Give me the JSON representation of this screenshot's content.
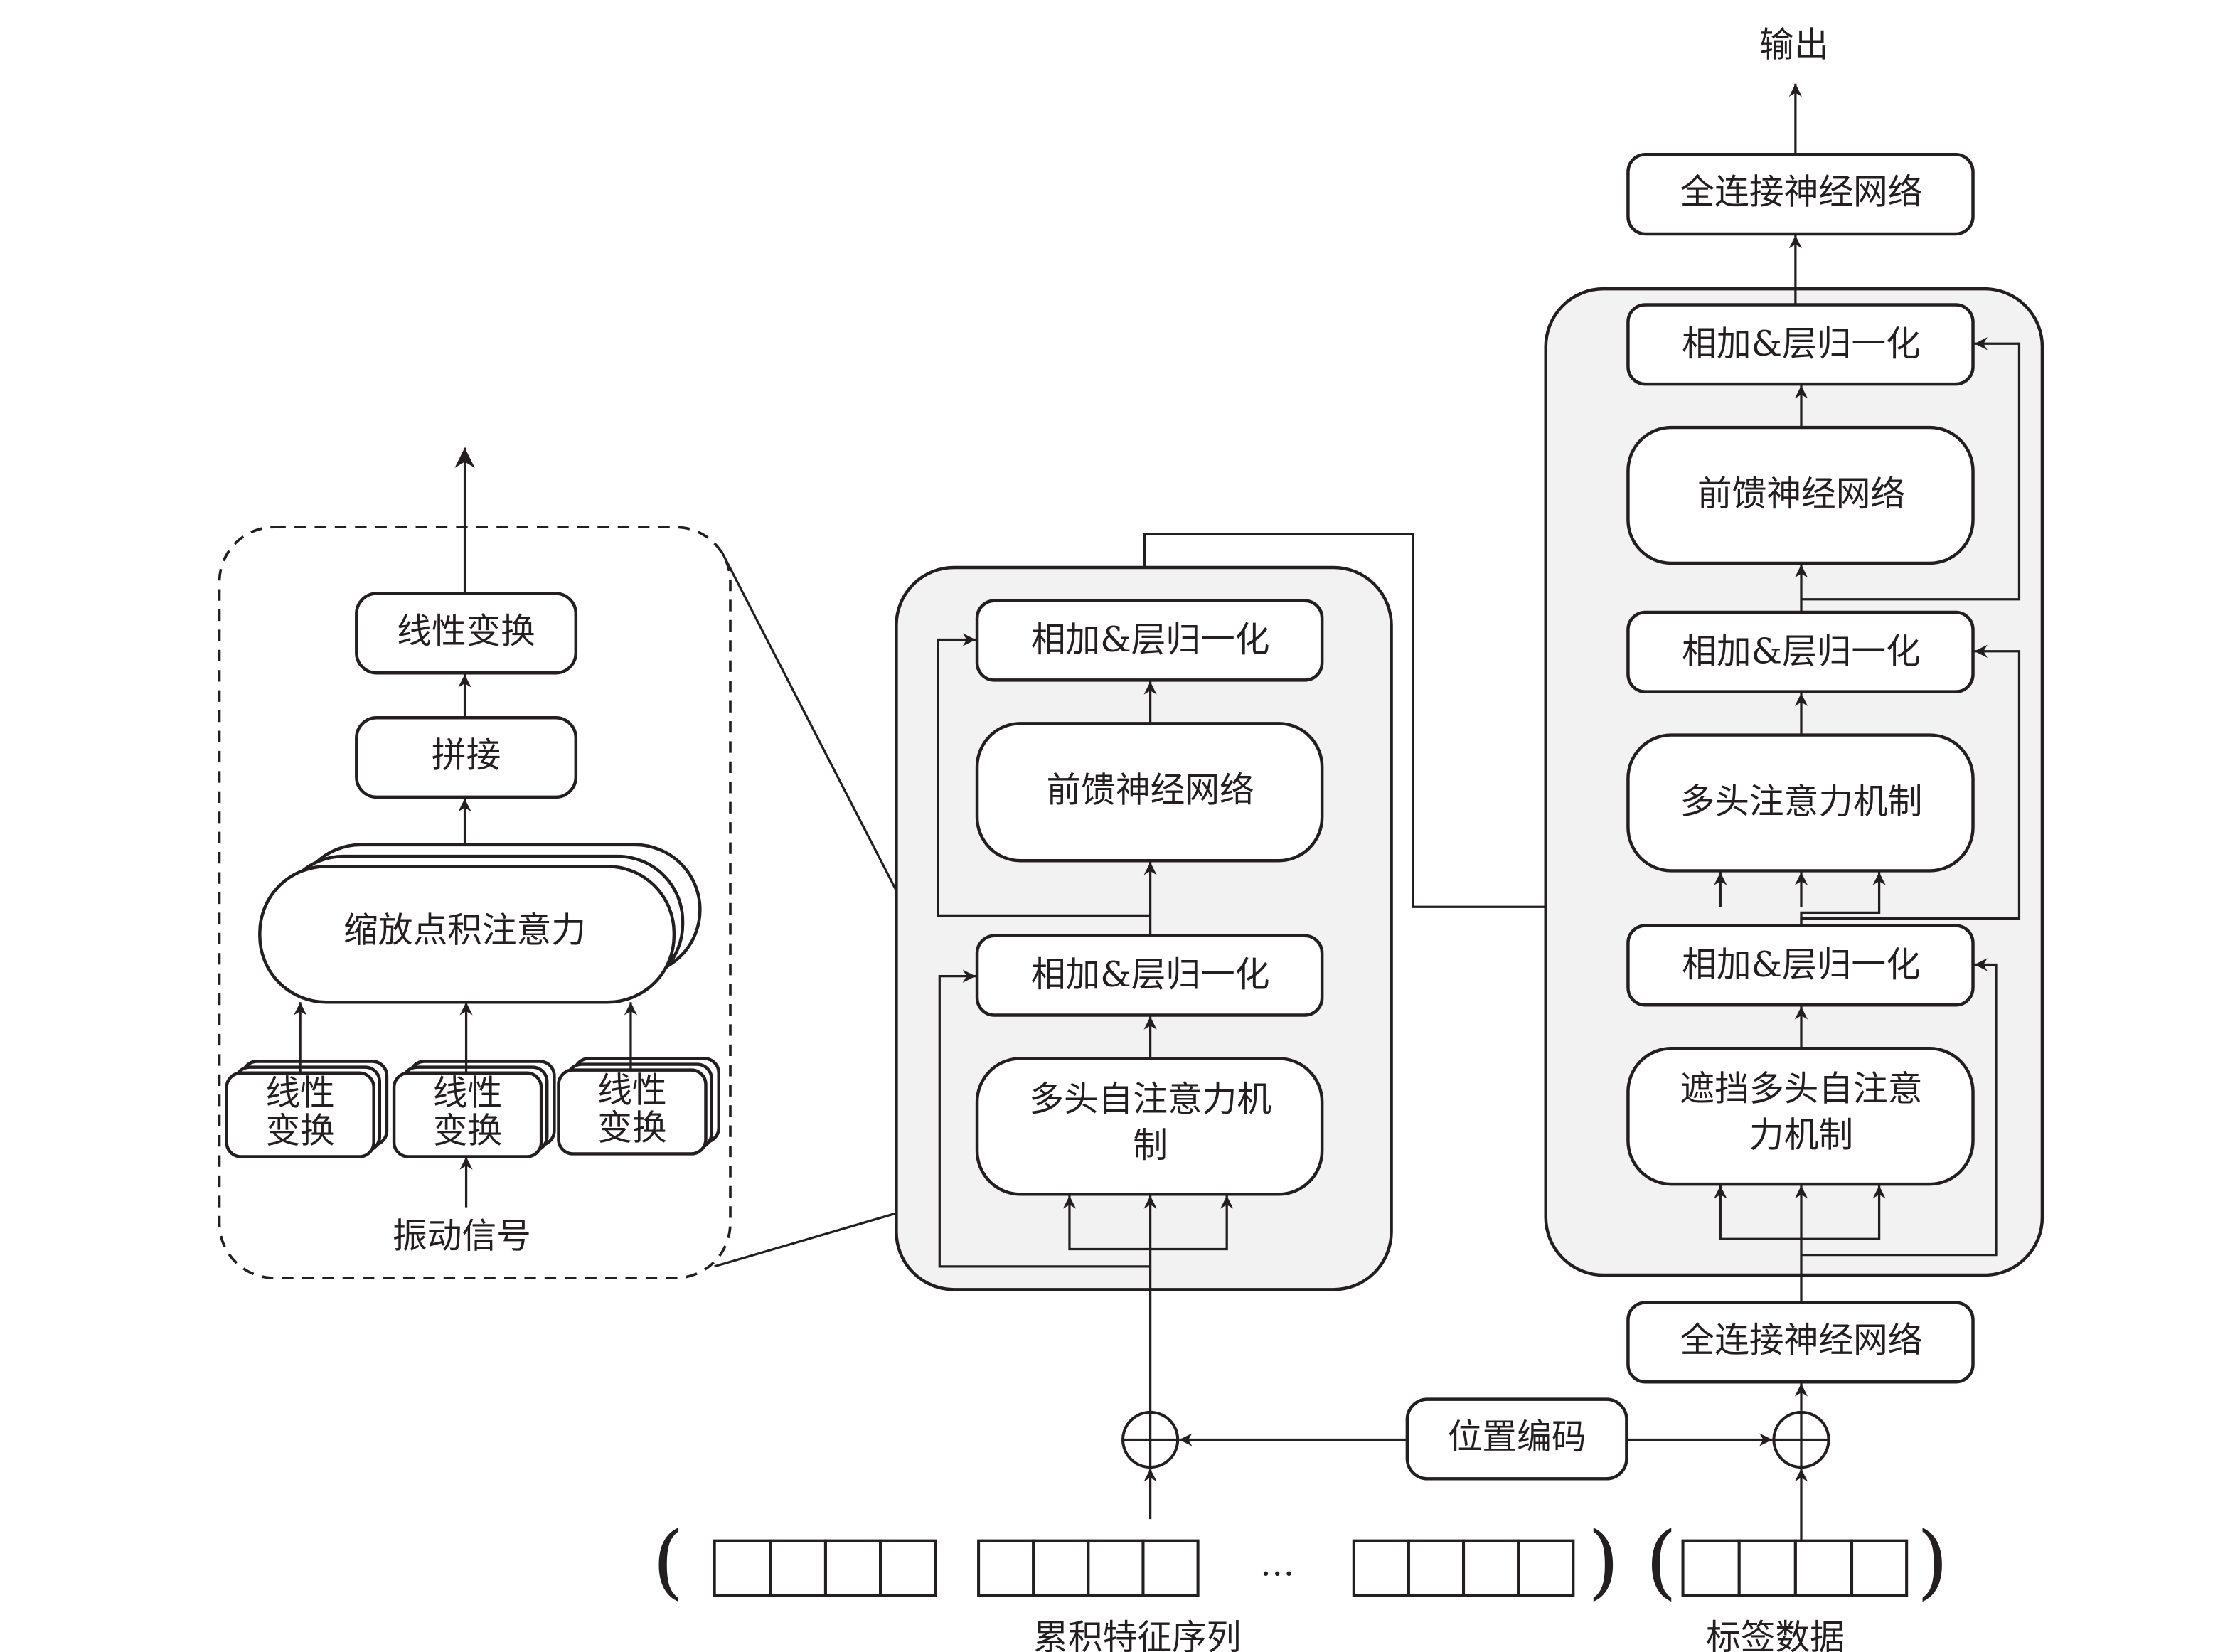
{
  "diagram": {
    "output_label": "输出",
    "attention_detail": {
      "linear_out": "线性变换",
      "concat": "拼接",
      "scaled_dot_attention": "缩放点积注意力",
      "linear_in": [
        "线性\n变换",
        "线性\n变换",
        "线性\n变换"
      ],
      "linear_in_line1": "线性",
      "linear_in_line2": "变换",
      "input_label": "振动信号"
    },
    "encoder": {
      "add_norm_top": "相加&层归一化",
      "feed_forward": "前馈神经网络",
      "add_norm_bottom": "相加&层归一化",
      "self_attention_line1": "多头自注意力机",
      "self_attention_line2": "制"
    },
    "decoder": {
      "output_fc": "全连接神经网络",
      "add_norm_3": "相加&层归一化",
      "feed_forward": "前馈神经网络",
      "add_norm_2": "相加&层归一化",
      "cross_attention": "多头注意力机制",
      "add_norm_1": "相加&层归一化",
      "masked_attention_line1": "遮挡多头自注意",
      "masked_attention_line2": "力机制",
      "input_fc": "全连接神经网络"
    },
    "positional_encoding": "位置编码",
    "plus_symbol": "⊕",
    "ellipsis": "…",
    "left_paren": "(",
    "right_paren": ")",
    "feature_sequence_label": "累积特征序列",
    "label_data_label": "标签数据"
  }
}
